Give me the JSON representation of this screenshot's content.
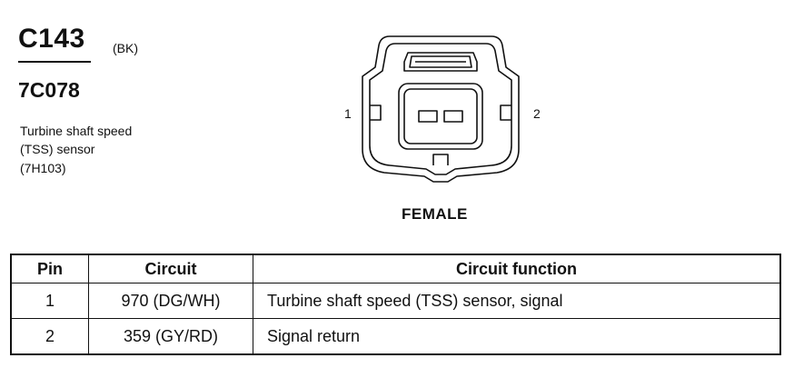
{
  "connector": {
    "code": "C143",
    "color": "(BK)",
    "part_number": "7C078",
    "description_lines": [
      "Turbine shaft speed",
      "(TSS) sensor",
      "(7H103)"
    ]
  },
  "view": {
    "pin_labels": [
      "1",
      "2"
    ],
    "gender": "FEMALE"
  },
  "table": {
    "headers": [
      "Pin",
      "Circuit",
      "Circuit function"
    ],
    "rows": [
      {
        "pin": "1",
        "circuit": "970 (DG/WH)",
        "function": "Turbine shaft speed (TSS) sensor, signal"
      },
      {
        "pin": "2",
        "circuit": "359 (GY/RD)",
        "function": "Signal return"
      }
    ]
  }
}
